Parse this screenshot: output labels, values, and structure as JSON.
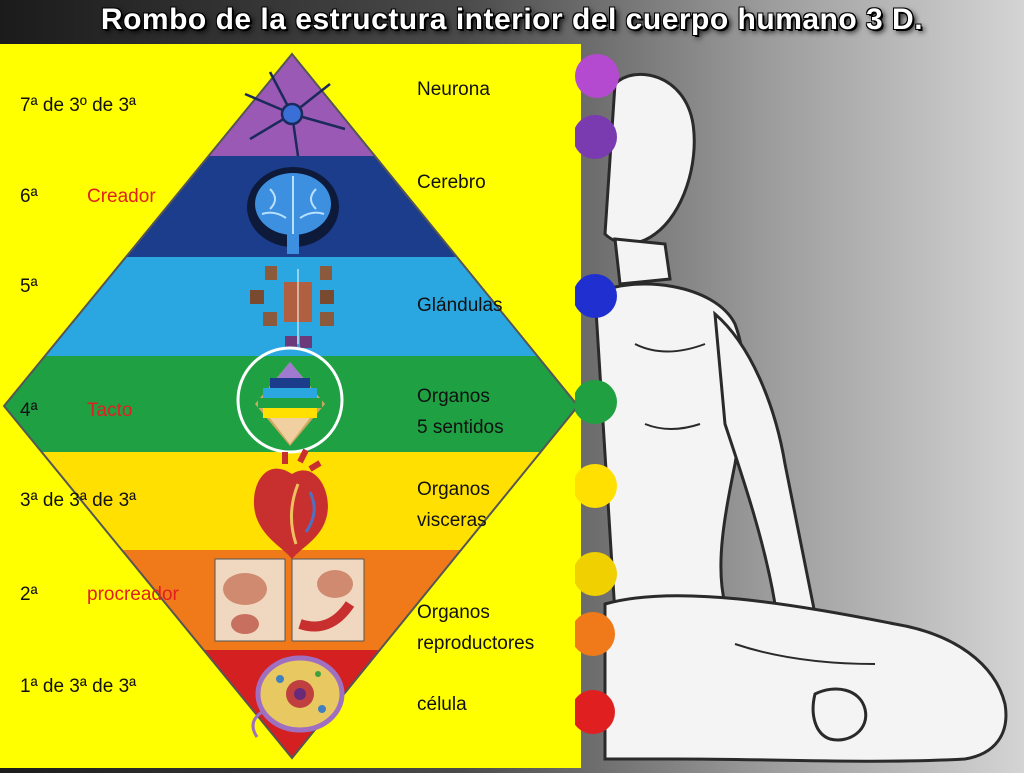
{
  "title": "Rombo de la estructura interior del cuerpo humano 3 D.",
  "levels": [
    {
      "left": "7ª  de 3º de 3ª",
      "tag": "",
      "right": "Neurona",
      "color": "#9b59b6"
    },
    {
      "left": "6ª",
      "tag": "Creador",
      "right": "Cerebro",
      "color": "#1c3c8c"
    },
    {
      "left": "5ª",
      "tag": "",
      "right": "Glándulas",
      "color": "#2aa7e0"
    },
    {
      "left": "4ª",
      "tag": "Tacto",
      "right": "Organos\n5 sentidos",
      "color": "#1ea043"
    },
    {
      "left": " 3ª de 3ª de 3ª",
      "tag": "",
      "right": "Organos\nvisceras",
      "color": "#ffe000"
    },
    {
      "left": "2ª",
      "tag": "procreador",
      "right": "Organos\nreproductores",
      "color": "#f07a1a"
    },
    {
      "left": "1ª de 3ª de 3ª",
      "tag": "",
      "right": "célula",
      "color": "#d42020"
    }
  ],
  "labels": {
    "l7": "7ª  de 3º de 3ª",
    "l6": "6ª",
    "l6tag": "Creador",
    "l5": "5ª",
    "l4": "4ª",
    "l4tag": "Tacto",
    "l3": " 3ª de 3ª de 3ª",
    "l2": "2ª",
    "l2tag": "procreador",
    "l1": "1ª de 3ª de 3ª",
    "r7": "Neurona",
    "r6": "Cerebro",
    "r5": "Glándulas",
    "r4a": "Organos",
    "r4b": "5 sentidos",
    "r3a": "Organos",
    "r3b": "visceras",
    "r2a": "Organos",
    "r2b": "reproductores",
    "r1": "célula"
  },
  "icons": [
    "neuron-icon",
    "brain-icon",
    "glands-icon",
    "mini-rhombus-icon",
    "heart-icon",
    "reproductive-organs-icon",
    "cell-icon",
    "meditating-figure"
  ]
}
